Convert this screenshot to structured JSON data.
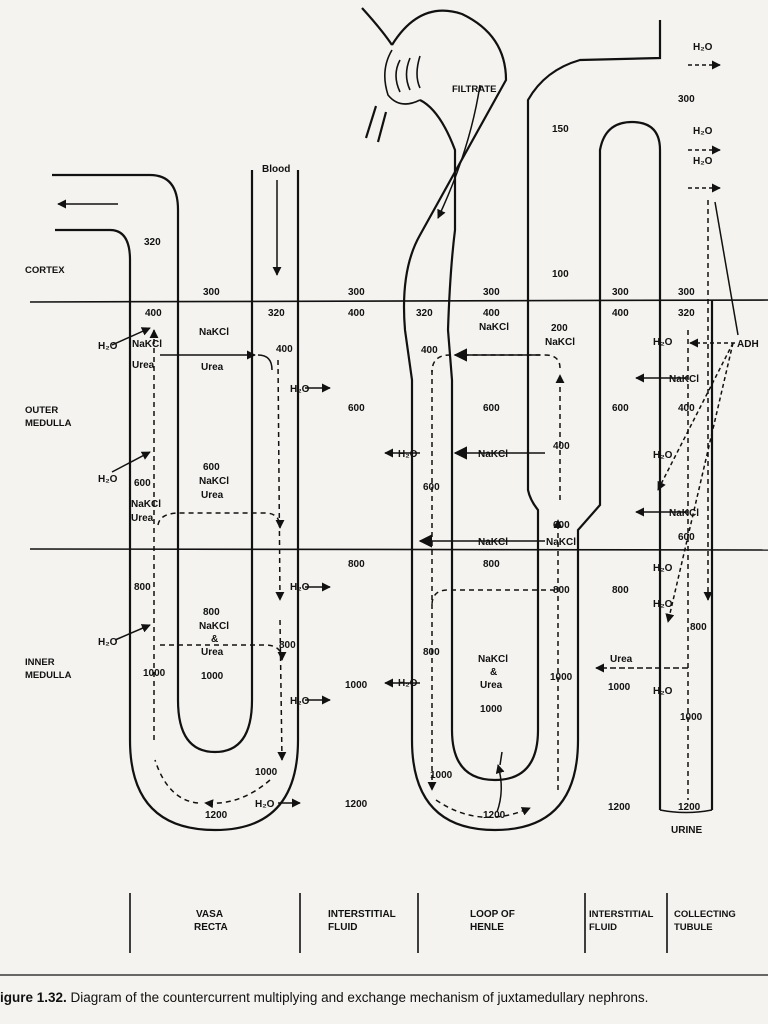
{
  "zones": {
    "cortex": "CORTEX",
    "outer_medulla_1": "OUTER",
    "outer_medulla_2": "MEDULLA",
    "inner_medulla_1": "INNER",
    "inner_medulla_2": "MEDULLA"
  },
  "labels": {
    "blood": "Blood",
    "filtrate": "FILTRATE",
    "adh": "ADH",
    "urine": "URINE",
    "h2o": "H₂O",
    "nakcl": "NaKCl",
    "urea": "Urea",
    "amp": "&"
  },
  "vasa_recta": {
    "v320_top": "320",
    "v300_top": "300",
    "v400_left": "400",
    "v320_right": "320",
    "v400_mid": "400",
    "v600_left": "600",
    "v600_mid": "600",
    "v800_left": "800",
    "v800_mid": "800",
    "v800_right": "800",
    "v1000_left": "1000",
    "v1000_mid": "1000",
    "v1000_bottom": "1000",
    "v1200": "1200"
  },
  "interstitial_left": {
    "v300": "300",
    "v400": "400",
    "v600": "600",
    "v800": "800",
    "v1000": "1000",
    "v1200": "1200"
  },
  "loop": {
    "v150": "150",
    "v100": "100",
    "v300": "300",
    "v320": "320",
    "v400_top": "400",
    "v400_left": "400",
    "v200": "200",
    "v600_left": "600",
    "v600_mid": "600",
    "v400_asc": "400",
    "v600_asc": "600",
    "v800_mid": "800",
    "v800_left": "800",
    "v800_asc": "800",
    "v1000_mid": "1000",
    "v1000_asc": "1000",
    "v1000_bottom": "1000",
    "v1200": "1200"
  },
  "interstitial_right": {
    "v300": "300",
    "v400": "400",
    "v600": "600",
    "v800": "800",
    "v1000": "1000",
    "v1200": "1200"
  },
  "collecting": {
    "v300_top": "300",
    "v300": "300",
    "v320": "320",
    "v400": "400",
    "v600": "600",
    "v800": "800",
    "v1000": "1000",
    "v1200": "1200"
  },
  "footer": {
    "vasa_1": "VASA",
    "vasa_2": "RECTA",
    "interstitial_1": "INTERSTITIAL",
    "interstitial_2": "FLUID",
    "loop_1": "LOOP OF",
    "loop_2": "HENLE",
    "interstitial_r1": "INTERSTITIAL",
    "interstitial_r2": "FLUID",
    "collecting_1": "COLLECTING",
    "collecting_2": "TUBULE"
  },
  "caption": {
    "label": "igure 1.32.",
    "text": " Diagram of the countercurrent multiplying and exchange mechanism of juxtamedullary nephrons."
  }
}
